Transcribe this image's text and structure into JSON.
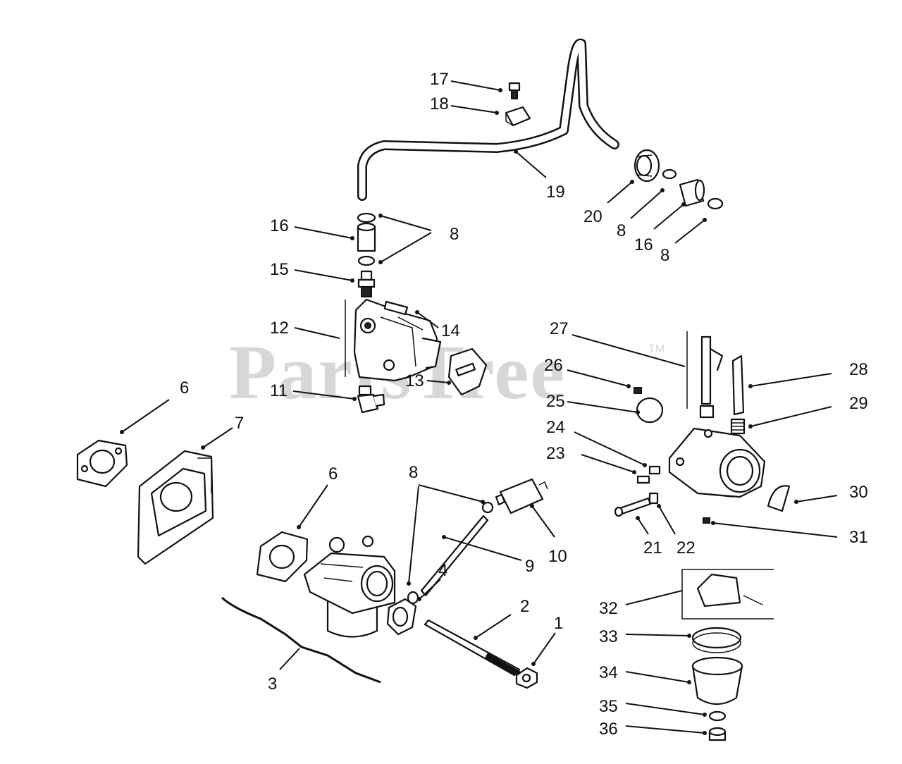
{
  "watermark": {
    "text": "PartsTree",
    "trademark": "TM"
  },
  "callouts": {
    "c1": "1",
    "c2": "2",
    "c3": "3",
    "c4": "4",
    "c6a": "6",
    "c6b": "6",
    "c7": "7",
    "c8a": "8",
    "c8b": "8",
    "c8c": "8",
    "c8d": "8",
    "c9": "9",
    "c10": "10",
    "c11": "11",
    "c12": "12",
    "c13": "13",
    "c14": "14",
    "c15": "15",
    "c16a": "16",
    "c16b": "16",
    "c17": "17",
    "c18": "18",
    "c19": "19",
    "c20": "20",
    "c21": "21",
    "c22": "22",
    "c23": "23",
    "c24": "24",
    "c25": "25",
    "c26": "26",
    "c27": "27",
    "c28": "28",
    "c29": "29",
    "c30": "30",
    "c31": "31",
    "c32": "32",
    "c33": "33",
    "c34": "34",
    "c35": "35",
    "c36": "36"
  }
}
